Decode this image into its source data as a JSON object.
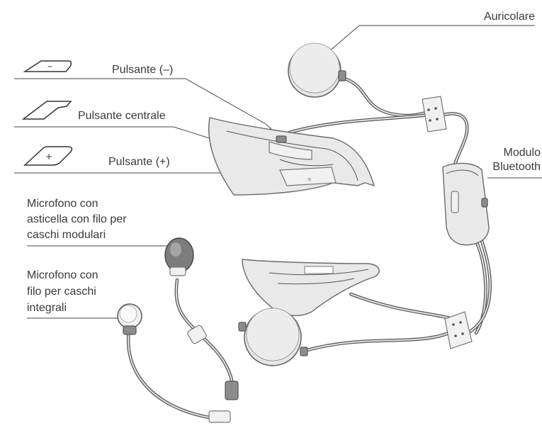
{
  "labels": {
    "auricolare": "Auricolare",
    "pulsante_meno": "Pulsante (–)",
    "pulsante_centrale": "Pulsante centrale",
    "pulsante_piu": "Pulsante (+)",
    "modulo_line1": "Modulo",
    "modulo_line2": "Bluetooth",
    "mic_asticella_line1": "Microfono con",
    "mic_asticella_line2": "asticella con filo per",
    "mic_asticella_line3": "caschi modulari",
    "mic_filo_line1": "Microfono con",
    "mic_filo_line2": "filo per caschi",
    "mic_filo_line3": "integrali"
  },
  "button_icons": {
    "minus_symbol": "–",
    "plus_symbol": "+"
  }
}
